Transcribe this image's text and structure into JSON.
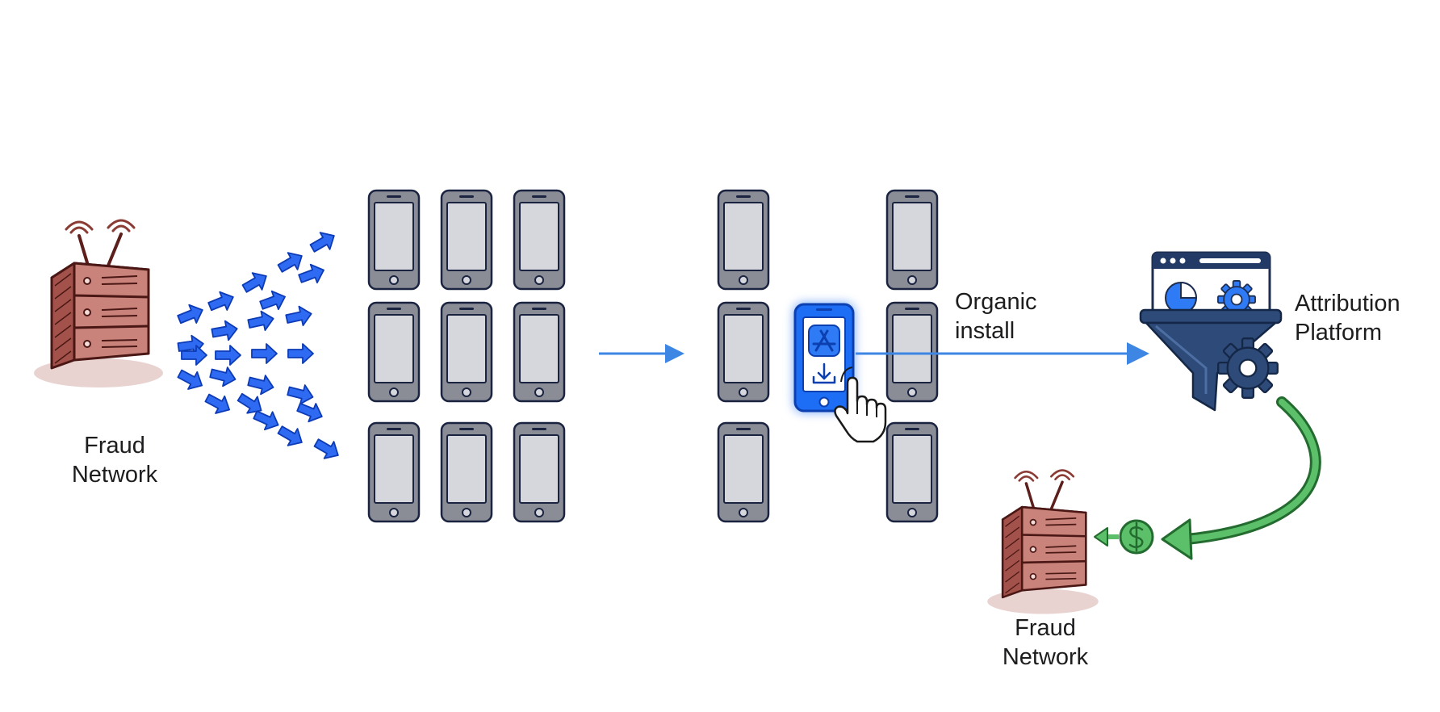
{
  "labels": {
    "fraud_network_left": {
      "line1": "Fraud",
      "line2": "Network"
    },
    "organic_install": {
      "line1": "Organic",
      "line2": "install"
    },
    "attribution_platform": {
      "line1": "Attribution",
      "line2": "Platform"
    },
    "fraud_network_right": {
      "line1": "Fraud",
      "line2": "Network"
    }
  },
  "icons": {
    "fraud_server": "server-antenna-icon",
    "phone": "smartphone-icon",
    "highlighted_phone": "app-store-download-icon",
    "tap": "hand-pointer-icon",
    "attribution": "funnel-dashboard-gear-icon",
    "payout": "dollar-coin-icon"
  },
  "colors": {
    "arrow_blue": "#2f6bf2",
    "flow_blue": "#3d86e3",
    "phone_body": "#8a8d96",
    "phone_screen": "#d6d7dc",
    "phone_outline": "#1a2340",
    "highlight": "#1e6ef5",
    "server": "#8a3b34",
    "navy": "#243a66",
    "green": "#3b9a47"
  }
}
